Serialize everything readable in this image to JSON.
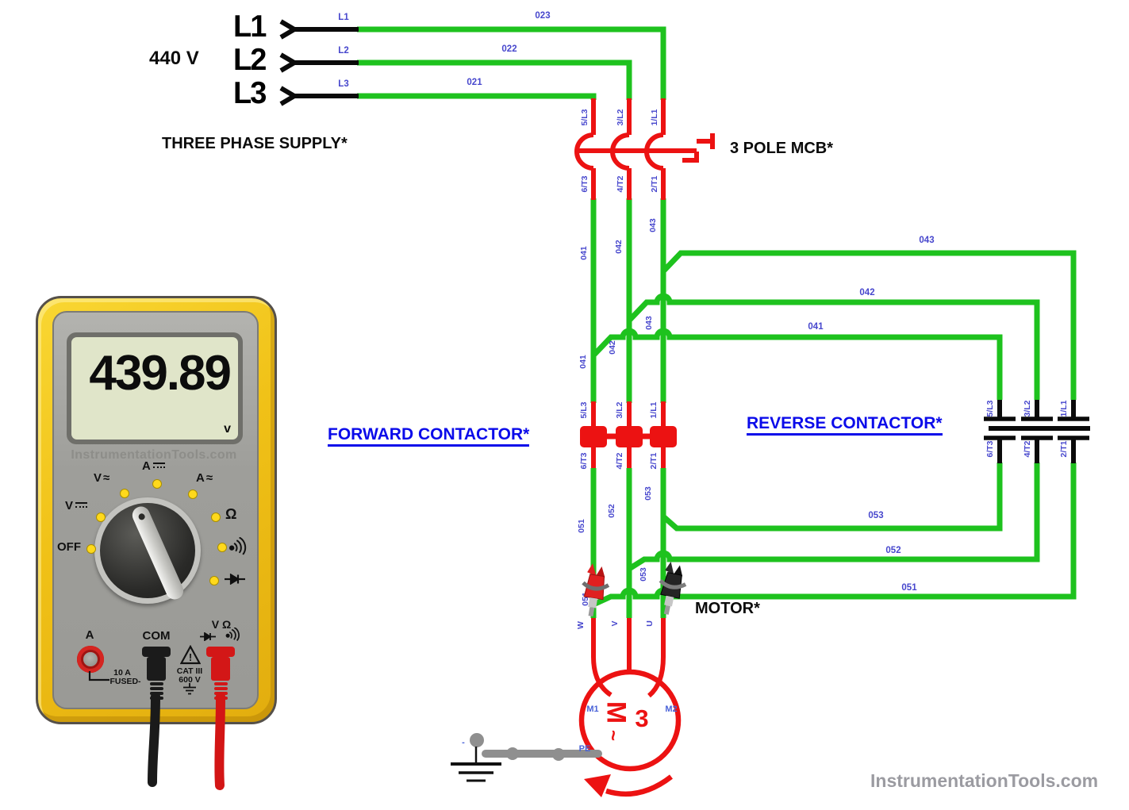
{
  "supply": {
    "voltage": "440 V",
    "title": "THREE PHASE SUPPLY*",
    "terminals": [
      {
        "big": "L1",
        "tag": "L1",
        "wire": "023"
      },
      {
        "big": "L2",
        "tag": "L2",
        "wire": "022"
      },
      {
        "big": "L3",
        "tag": "L3",
        "wire": "021"
      }
    ]
  },
  "mcb": {
    "title": "3 POLE MCB*",
    "in_labels": [
      "5/L3",
      "3/L2",
      "1/L1"
    ],
    "out_labels": [
      "6/T3",
      "4/T2",
      "2/T1"
    ]
  },
  "contactors": {
    "forward": {
      "title": "FORWARD CONTACTOR*",
      "in_labels": [
        "5/L3",
        "3/L2",
        "1/L1"
      ],
      "out_labels": [
        "6/T3",
        "4/T2",
        "2/T1"
      ]
    },
    "reverse": {
      "title": "REVERSE CONTACTOR*",
      "in_labels": [
        "5/L3",
        "3/L2",
        "1/L1"
      ],
      "out_labels": [
        "6/T3",
        "4/T2",
        "2/T1"
      ]
    }
  },
  "wires": {
    "n041": "041",
    "n042": "042",
    "n043": "043",
    "n051": "051",
    "n052": "052",
    "n053": "053"
  },
  "motor": {
    "title": "MOTOR*",
    "m1": "M1",
    "m2": "M2",
    "pe": "PE",
    "minus": "-",
    "w": "W",
    "v": "V",
    "u": "U",
    "sym_m": "M",
    "sym_3": "3",
    "sym_wave": "~"
  },
  "meter": {
    "display": "439.89",
    "unit": "v",
    "brand": "InstrumentationTools.com",
    "dial": {
      "off": "OFF",
      "v_label": "V",
      "a_label": "A",
      "ohm": "Ω",
      "ac_wave": "≈"
    },
    "ports": {
      "a": "A",
      "com": "COM",
      "vohm": "V Ω"
    },
    "markings": {
      "amp": "10 A",
      "fused": "FUSED-",
      "warn": "!",
      "cat": "CAT III",
      "volt": "600 V"
    }
  },
  "watermark": "InstrumentationTools.com",
  "colors": {
    "wire_on": "#1ec21e",
    "wire_live": "#ec1212",
    "label_blue": "#4747cd",
    "link_blue": "#0b0bea",
    "meter_yellow": "#f0c117"
  }
}
